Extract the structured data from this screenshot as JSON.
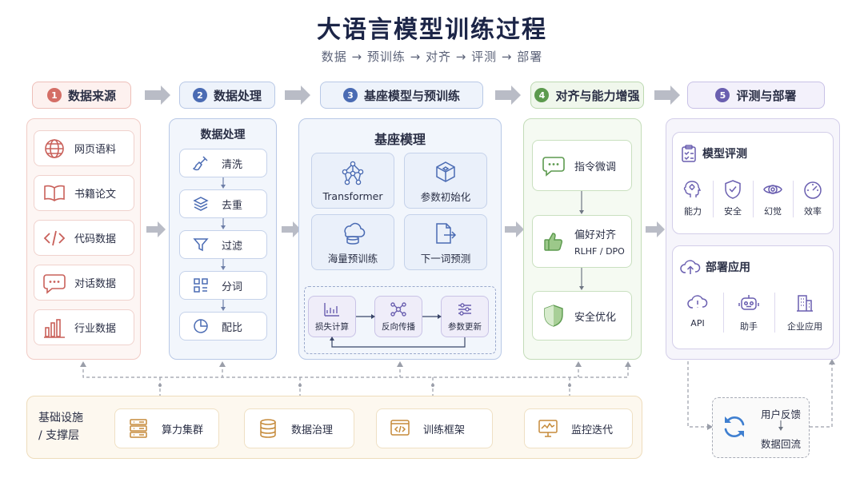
{
  "title": "大语言模型训练过程",
  "subtitle": "数据 → 预训练 → 对齐 → 评测 → 部署",
  "stages": [
    {
      "num": "1",
      "label": "数据来源"
    },
    {
      "num": "2",
      "label": "数据处理"
    },
    {
      "num": "3",
      "label": "基座模型与预训练"
    },
    {
      "num": "4",
      "label": "对齐与能力增强"
    },
    {
      "num": "5",
      "label": "评测与部署"
    }
  ],
  "sources": [
    "网页语料",
    "书籍论文",
    "代码数据",
    "对话数据",
    "行业数据"
  ],
  "processing": {
    "title": "数据处理",
    "steps": [
      "清洗",
      "去重",
      "过滤",
      "分词",
      "配比"
    ]
  },
  "base_model": {
    "title": "基座模理",
    "cards": [
      "Transformer",
      "参数初始化",
      "海量预训练",
      "下一词预测"
    ],
    "loop": [
      "损失计算",
      "反向传播",
      "参数更新"
    ]
  },
  "alignment": {
    "steps": [
      {
        "label": "指令微调",
        "sub": ""
      },
      {
        "label": "偏好对齐",
        "sub": "RLHF / DPO"
      },
      {
        "label": "安全优化",
        "sub": ""
      }
    ]
  },
  "evaluation": {
    "title": "模型评测",
    "items": [
      "能力",
      "安全",
      "幻觉",
      "效率"
    ]
  },
  "deployment": {
    "title": "部署应用",
    "items": [
      "API",
      "助手",
      "企业应用"
    ]
  },
  "infrastructure": {
    "title_line1": "基础设施",
    "title_line2": "/ 支撑层",
    "items": [
      "算力集群",
      "数据治理",
      "训练框架",
      "监控迭代"
    ]
  },
  "feedback": {
    "line1": "用户反馈",
    "line2": "数据回流"
  },
  "colors": {
    "red": "#c9605a",
    "blue": "#4a6bb3",
    "green": "#5c9a4e",
    "purple": "#6a5fb0",
    "orange": "#c58a3a"
  }
}
